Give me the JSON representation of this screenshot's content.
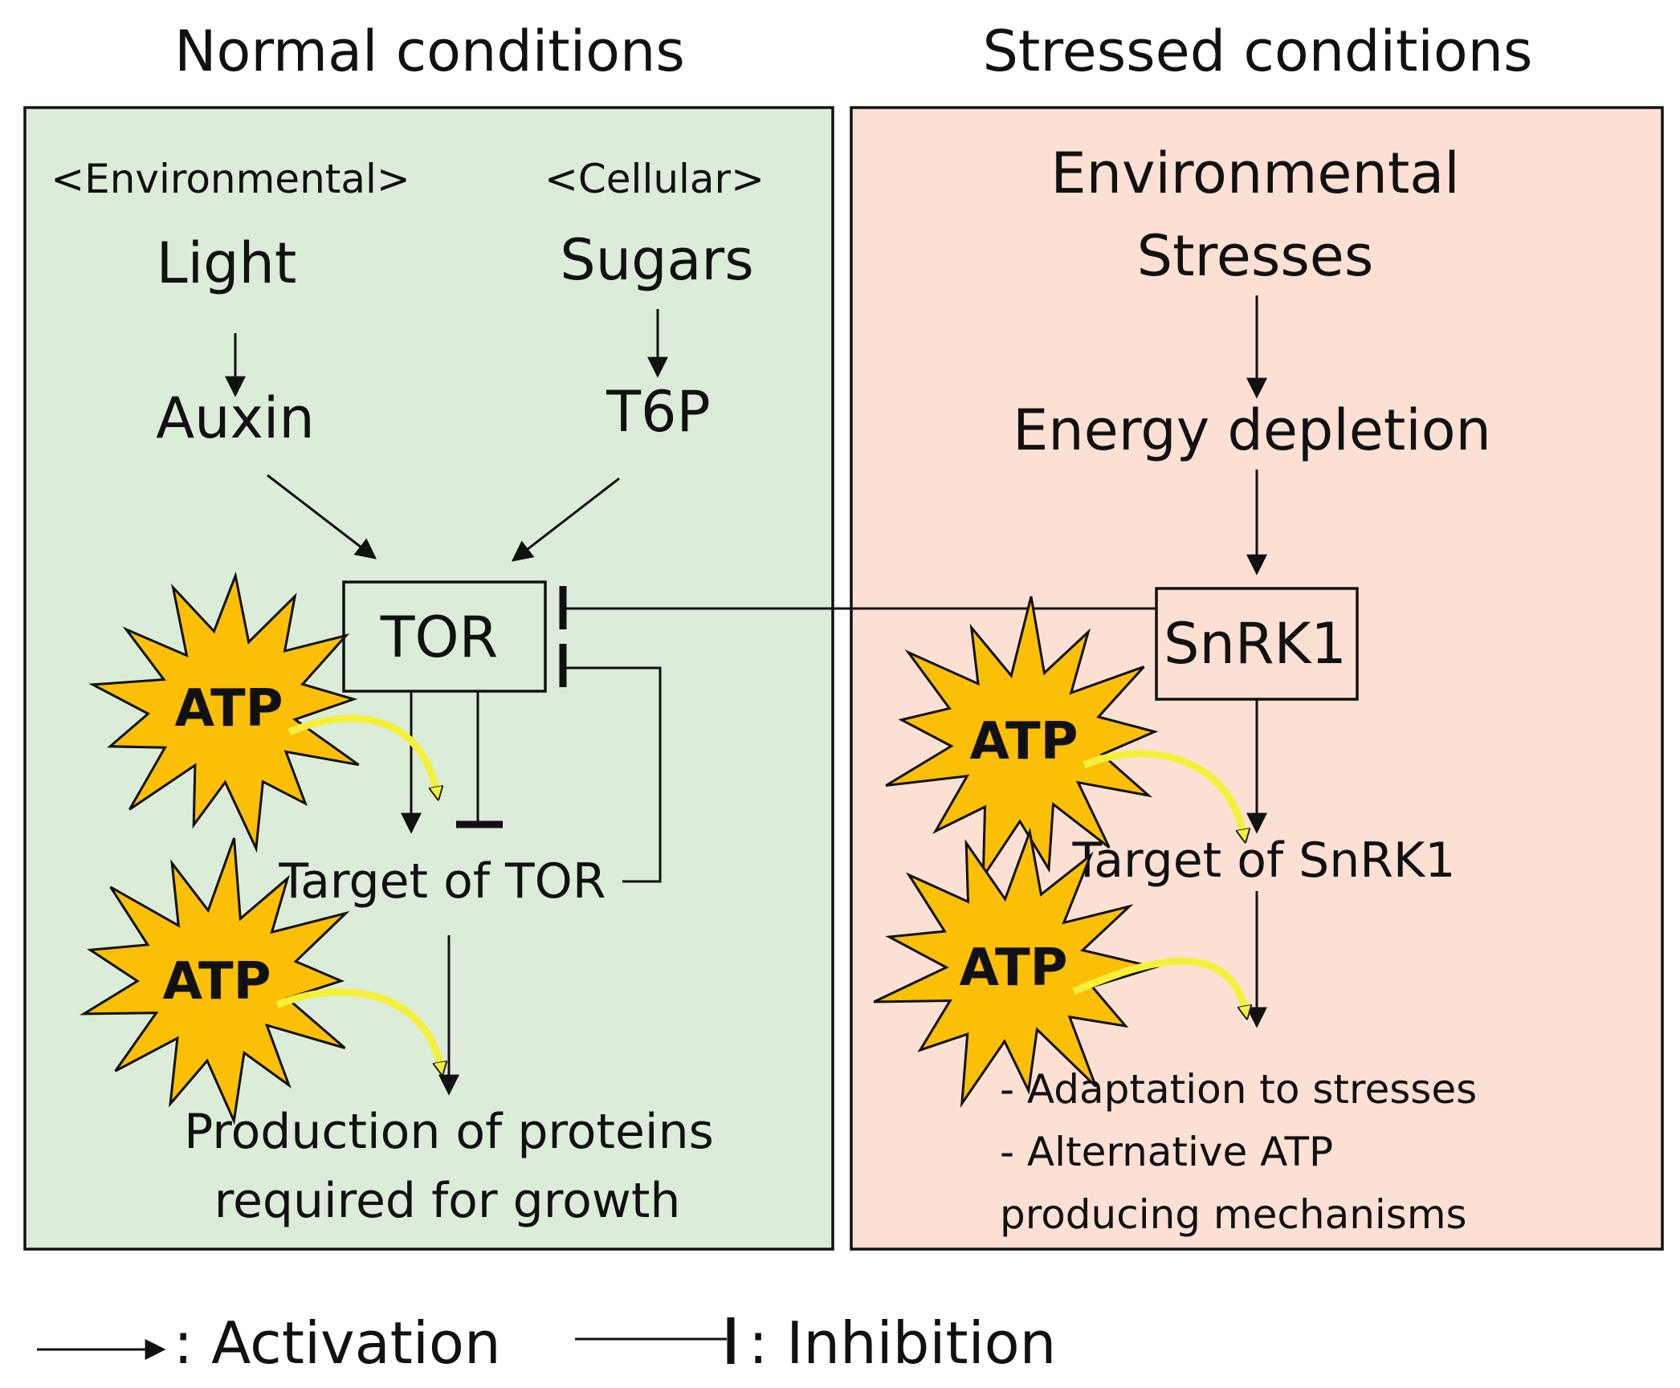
{
  "colors": {
    "normal_panel": "#dbecd9",
    "stressed_panel": "#fbe0d3",
    "atp_star": "#fbbf06",
    "atp_arrow_highlight": "#f4f03a",
    "line": "#111111"
  },
  "normal": {
    "title": "Normal conditions",
    "environmental_label": "<Environmental>",
    "cellular_label": "<Cellular>",
    "light": "Light",
    "sugars": "Sugars",
    "auxin": "Auxin",
    "t6p": "T6P",
    "tor": "TOR",
    "target": "Target of TOR",
    "output_line1": "Production of proteins",
    "output_line2": "required for growth"
  },
  "stressed": {
    "title": "Stressed conditions",
    "stress_line1": "Environmental",
    "stress_line2": "Stresses",
    "energy": "Energy depletion",
    "snrk1": "SnRK1",
    "target": "Target of SnRK1",
    "output_line1": "- Adaptation to stresses",
    "output_line2": "- Alternative ATP",
    "output_line3": "producing mechanisms"
  },
  "atp_label": "ATP",
  "legend": {
    "activation": ": Activation",
    "inhibition": ": Inhibition"
  }
}
